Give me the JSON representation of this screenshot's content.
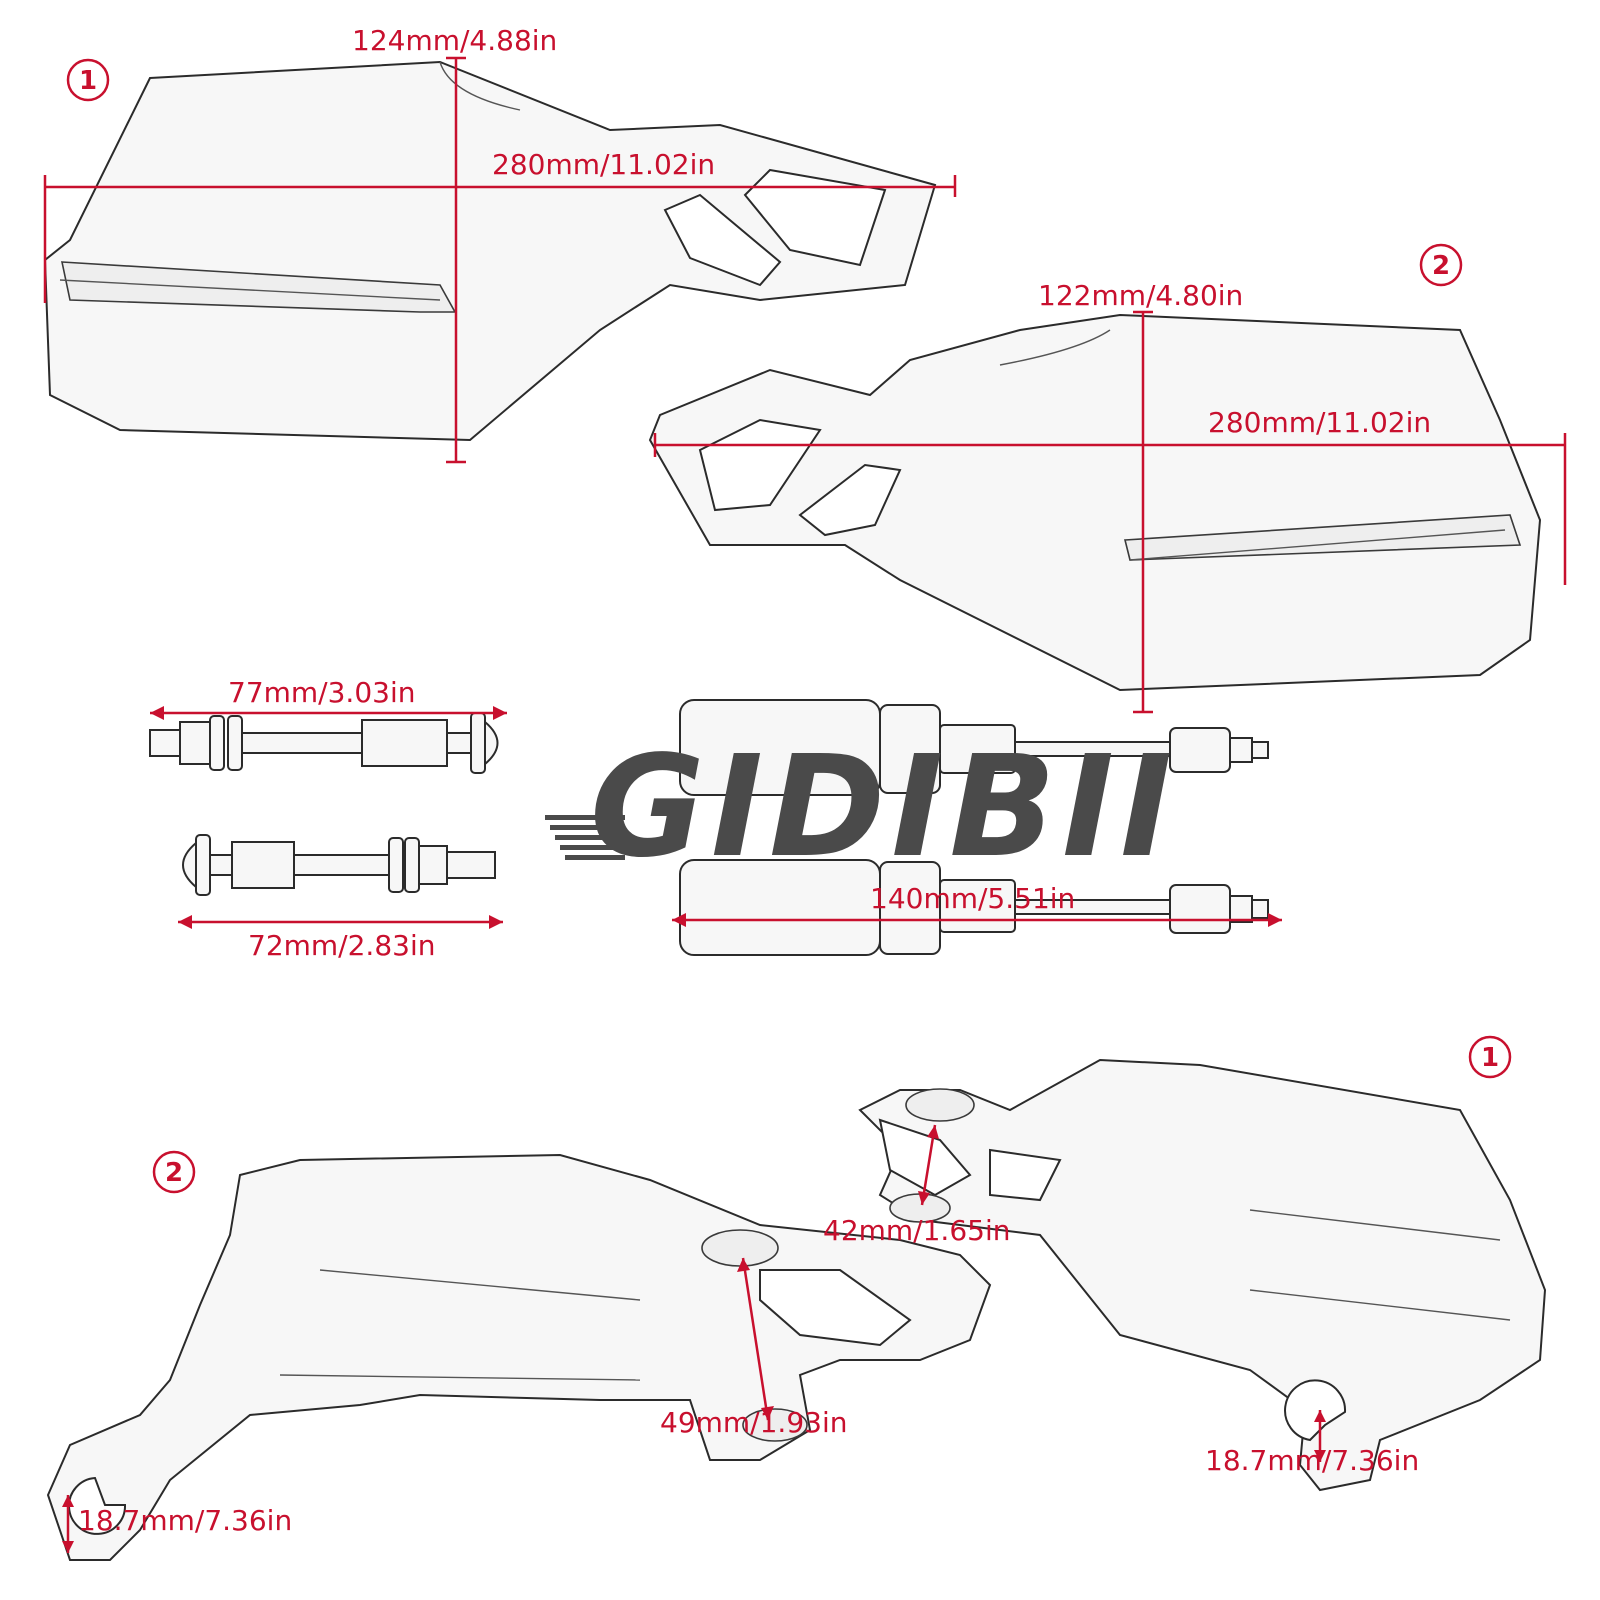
{
  "badges": {
    "top_left": "1",
    "mid_right": "2",
    "bottom_left": "2",
    "bottom_right": "1"
  },
  "dimensions": {
    "guard1_height": "124mm/4.88in",
    "guard1_length": "280mm/11.02in",
    "guard2_height": "122mm/4.80in",
    "guard2_length": "280mm/11.02in",
    "bolt1_length": "77mm/3.03in",
    "bolt2_length": "72mm/2.83in",
    "barend_length": "140mm/5.51in",
    "mount2_hole_spacing": "49mm/1.93in",
    "mount1_hole_spacing": "42mm/1.65in",
    "clamp_left": "18.7mm/7.36in",
    "clamp_right": "18.7mm/7.36in"
  },
  "logo": "GIDIBII",
  "colors": {
    "accent": "#c8102e",
    "outline": "#2b2b2b",
    "logo": "#4a4a4a"
  }
}
